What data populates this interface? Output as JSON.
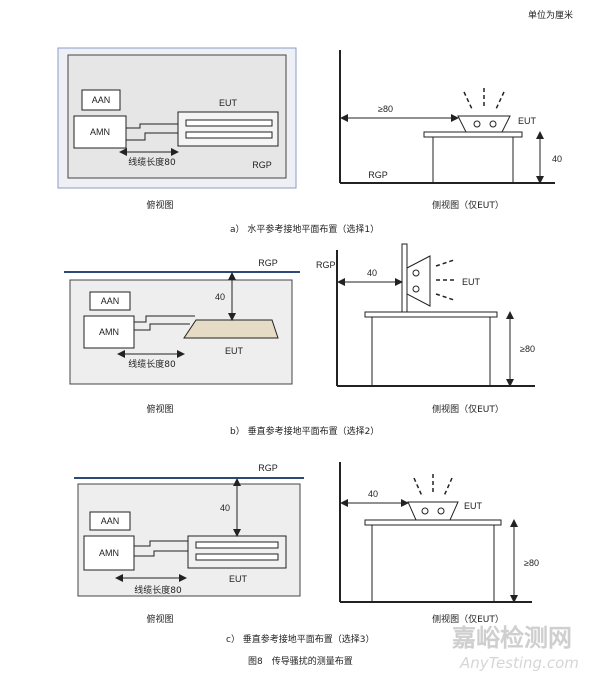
{
  "unit_note": "单位为厘米",
  "labels": {
    "aan": "AAN",
    "amn": "AMN",
    "eut": "EUT",
    "rgp": "RGP",
    "cable_len": "线缆长度80",
    "dim40": "40",
    "dim_ge80": "≥80"
  },
  "captions": {
    "top_view": "俯视图",
    "side_view": "侧视图（仅EUT）",
    "a": "a） 水平参考接地平面布置（选择1）",
    "b": "b） 垂直参考接地平面布置（选择2）",
    "c": "c） 垂直参考接地平面布置（选择3）",
    "figure": "图8　传导骚扰的测量布置"
  },
  "watermark": {
    "cn": "嘉峪检测网",
    "en": "AnyTesting.com"
  }
}
